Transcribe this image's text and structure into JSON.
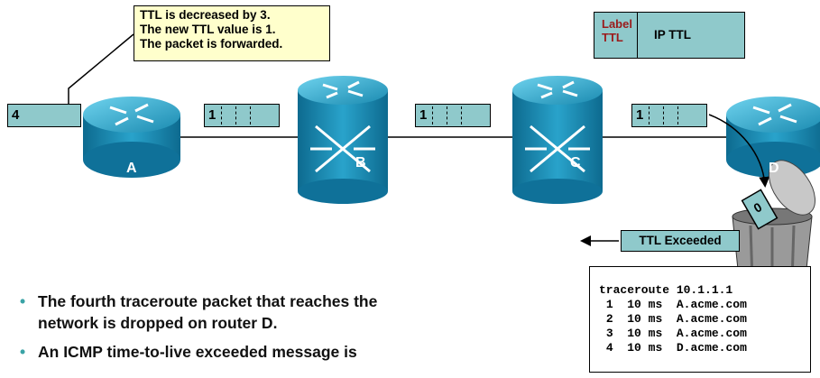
{
  "callout": {
    "line1": "TTL is decreased by 3.",
    "line2": "The new TTL value is 1.",
    "line3": "The packet is forwarded."
  },
  "legend": {
    "label_line1": "Label",
    "label_line2": "TTL",
    "ip_ttl": "IP TTL"
  },
  "packet_ingress_ttl": "4",
  "label_stacks": [
    {
      "ttl": "1"
    },
    {
      "ttl": "1"
    },
    {
      "ttl": "1"
    }
  ],
  "discarded_ttl": "0",
  "routers": [
    {
      "name": "A",
      "type": "router"
    },
    {
      "name": "B",
      "type": "lsr-switch"
    },
    {
      "name": "C",
      "type": "lsr-switch"
    },
    {
      "name": "D",
      "type": "router"
    }
  ],
  "ttl_exceeded": "TTL Exceeded",
  "traceroute": {
    "command": "traceroute 10.1.1.1",
    "hops": [
      {
        "hop": "1",
        "time": "10 ms",
        "host": "A.acme.com"
      },
      {
        "hop": "2",
        "time": "10 ms",
        "host": "A.acme.com"
      },
      {
        "hop": "3",
        "time": "10 ms",
        "host": "A.acme.com"
      },
      {
        "hop": "4",
        "time": "10 ms",
        "host": "D.acme.com"
      }
    ]
  },
  "bullets": [
    "The fourth traceroute packet that reaches the network is dropped on router D.",
    "An ICMP time-to-live exceeded message is"
  ],
  "colors": {
    "packet": "#8fc9cb",
    "router": "#1a8ab0",
    "callout": "#ffffcc",
    "label_text": "#9b1b1b"
  }
}
